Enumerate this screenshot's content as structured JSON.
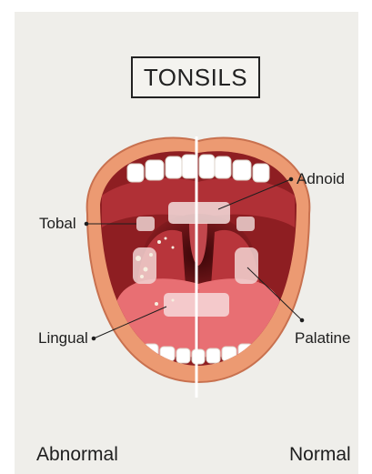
{
  "title": "TONSILS",
  "labels": {
    "tobal": "Tobal",
    "adnoid": "Adnoid",
    "lingual": "Lingual",
    "palatine": "Palatine"
  },
  "sides": {
    "left": "Abnormal",
    "right": "Normal"
  },
  "colors": {
    "background": "#efeeea",
    "lip": "#ec9a72",
    "mouth_interior": "#8e1e22",
    "tongue": "#e86f73",
    "teeth": "#ffffff",
    "tonsil_patch": "#f3dedd"
  }
}
